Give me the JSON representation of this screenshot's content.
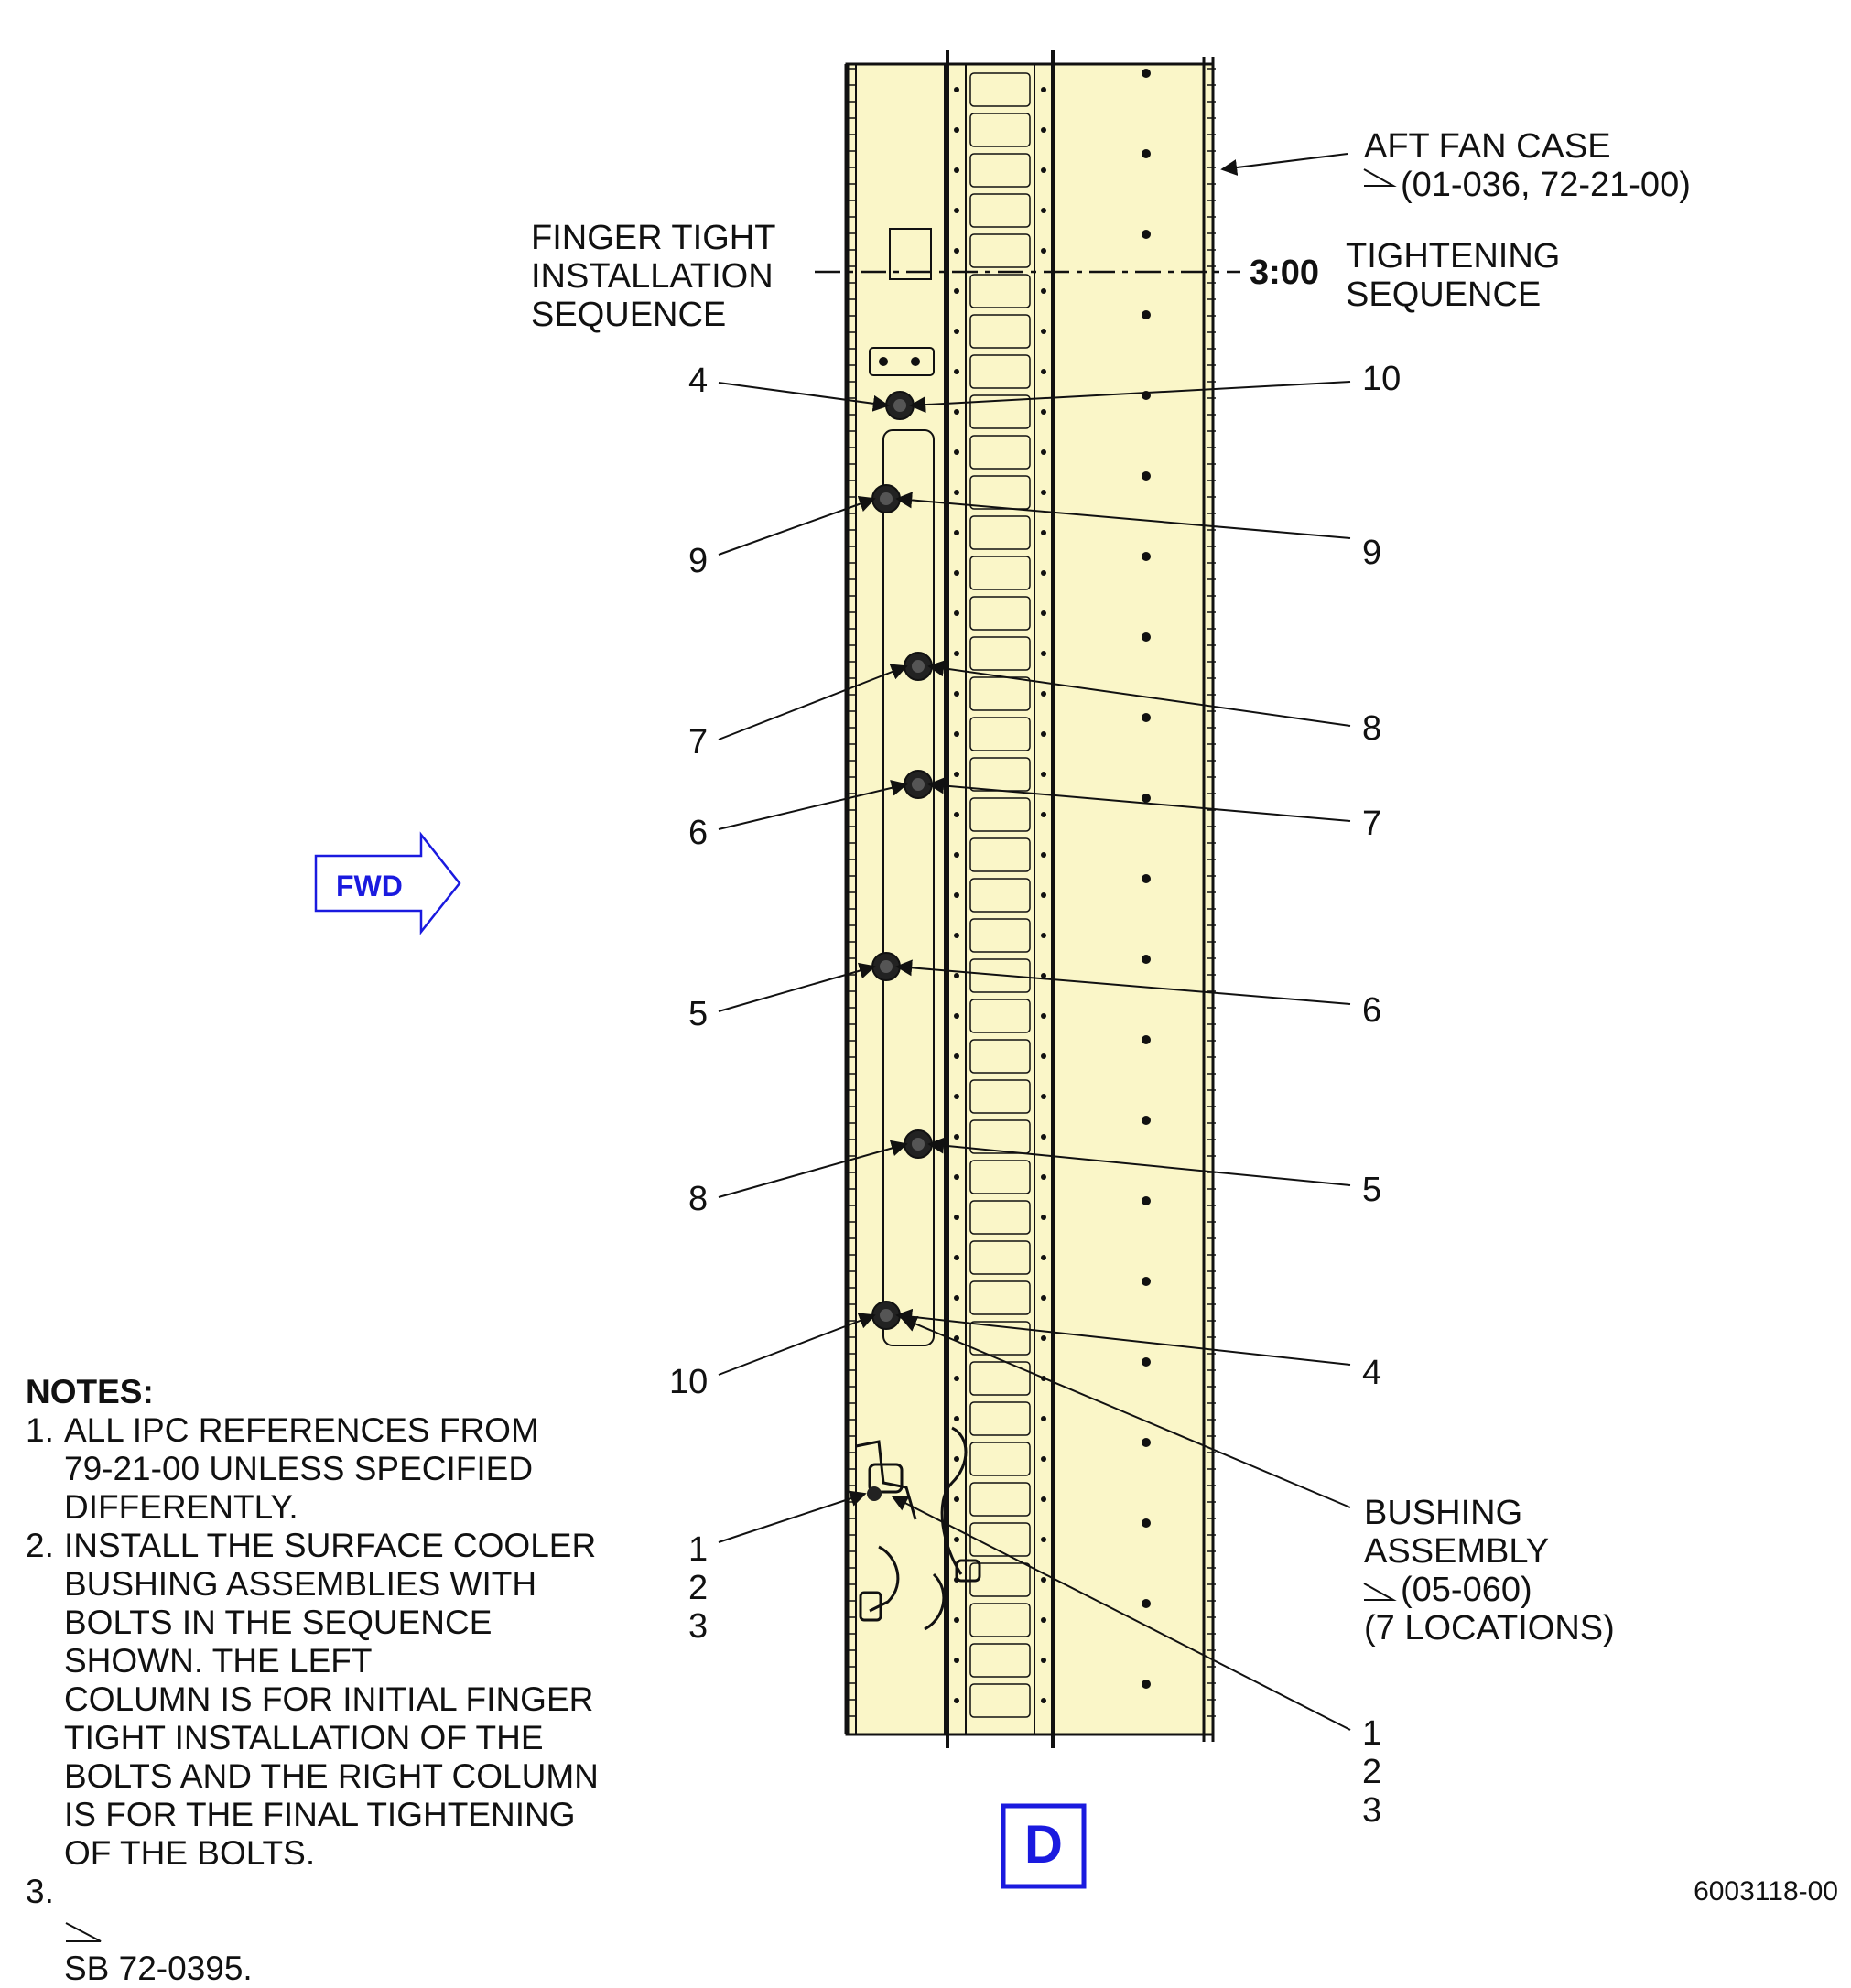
{
  "callouts": {
    "aft_fan_case_line1": "AFT FAN CASE",
    "aft_fan_case_line2": "(01-036, 72-21-00)",
    "finger_tight_line1": "FINGER TIGHT",
    "finger_tight_line2": "INSTALLATION",
    "finger_tight_line3": "SEQUENCE",
    "clock_position": "3:00",
    "tightening_line1": "TIGHTENING",
    "tightening_line2": "SEQUENCE",
    "bushing_line1": "BUSHING",
    "bushing_line2": "ASSEMBLY",
    "bushing_line3": "(05-060)",
    "bushing_line4": "(7 LOCATIONS)",
    "fwd": "FWD",
    "view": "D"
  },
  "left_sequence": [
    "4",
    "9",
    "7",
    "6",
    "5",
    "8",
    "10",
    "1",
    "2",
    "3"
  ],
  "right_sequence": [
    "10",
    "9",
    "8",
    "7",
    "6",
    "5",
    "4",
    "1",
    "2",
    "3"
  ],
  "notes": {
    "title": "NOTES:",
    "items": [
      {
        "num": "1.",
        "text": "ALL IPC REFERENCES FROM\n79-21-00 UNLESS SPECIFIED\nDIFFERENTLY."
      },
      {
        "num": "2.",
        "text": "INSTALL THE SURFACE COOLER\nBUSHING ASSEMBLIES WITH\nBOLTS IN THE SEQUENCE\nSHOWN. THE LEFT\nCOLUMN IS FOR INITIAL FINGER\nTIGHT INSTALLATION OF THE\nBOLTS AND THE RIGHT COLUMN\nIS FOR THE FINAL TIGHTENING\nOF THE BOLTS."
      },
      {
        "num": "3.",
        "text": "SB 72-0395."
      }
    ]
  },
  "drawing_number": "6003118-00",
  "colors": {
    "part_fill": "#FAF6C8",
    "line": "#111111",
    "fwd_blue": "#1a1adf"
  }
}
